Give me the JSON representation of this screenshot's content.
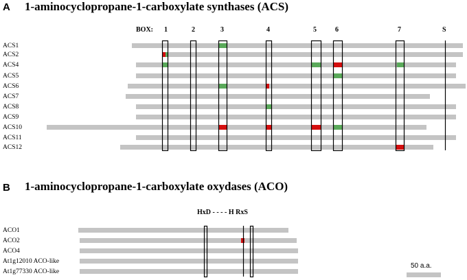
{
  "panelA": {
    "letter": "A",
    "title": "1-aminocyclopropane-1-carboxylate synthases (ACS)",
    "box_prefix": "BOX:",
    "box_labels": [
      "1",
      "2",
      "3",
      "4",
      "5",
      "6",
      "7",
      "S"
    ],
    "rows": [
      "ACS1",
      "ACS2",
      "ACS4",
      "ACS5",
      "ACS6",
      "ACS7",
      "ACS8",
      "ACS9",
      "ACS10",
      "ACS11",
      "ACS12"
    ]
  },
  "panelB": {
    "letter": "B",
    "title": "1-aminocyclopropane-1-carboxylate oxydases (ACO)",
    "motif_label": "HxD - - - - H  RxS",
    "rows": [
      "ACO1",
      "ACO2",
      "ACO4",
      "At1g12010 ACO-like",
      "At1g77330 ACO-like"
    ]
  },
  "scale_bar": {
    "label": "50 a.a."
  },
  "colors": {
    "sequence_bar": "#c4c4c4",
    "conserved_green": "#5aa95a",
    "variant_red": "#d40f0f",
    "box_outline": "#000000"
  }
}
